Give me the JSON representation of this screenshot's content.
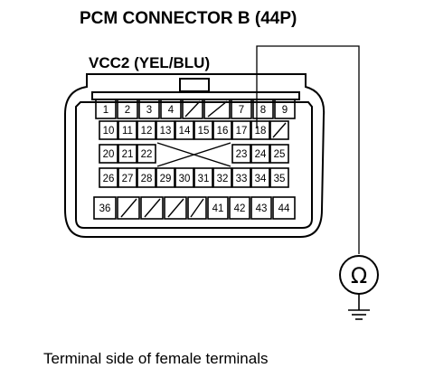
{
  "header": {
    "title": "PCM CONNECTOR B (44P)",
    "wire_label": "VCC2 (YEL/BLU)"
  },
  "connector": {
    "rows": [
      [
        "1",
        "2",
        "3",
        "4",
        "/",
        "/",
        "7",
        "8",
        "9"
      ],
      [
        "10",
        "11",
        "12",
        "13",
        "14",
        "15",
        "16",
        "17",
        "18",
        "/"
      ],
      [
        "20",
        "21",
        "22",
        "X",
        "X",
        "X",
        "X",
        "23",
        "24",
        "25"
      ],
      [
        "26",
        "27",
        "28",
        "29",
        "30",
        "31",
        "32",
        "33",
        "34",
        "35"
      ],
      [
        "36",
        "/",
        "/",
        "/",
        "/",
        "41",
        "42",
        "43",
        "44"
      ]
    ],
    "probe_terminal": "18"
  },
  "meter": {
    "symbol": "Ω",
    "icon": "ohmmeter-icon"
  },
  "caption": "Terminal side of female terminals"
}
